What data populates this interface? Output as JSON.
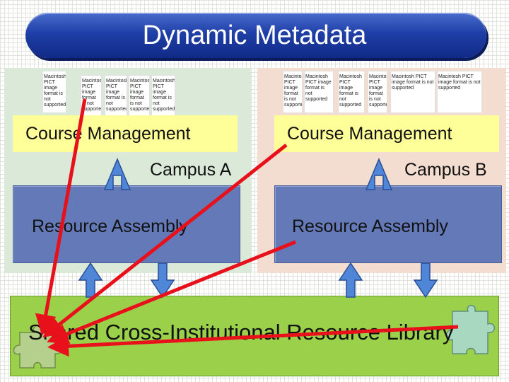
{
  "title": "Dynamic Metadata",
  "campus_a": {
    "course_management": "Course Management",
    "campus_name": "Campus A",
    "resource_assembly": "Resource Assembly",
    "thumbnails": [
      "Macintosh PICT image format is not supported",
      "Macintosh PICT image format is not supported",
      "Macintosh PICT image format is not supported",
      "Macintosh PICT image format is not supported",
      "Macintosh PICT image format is not supported"
    ]
  },
  "campus_b": {
    "course_management": "Course Management",
    "campus_name": "Campus B",
    "resource_assembly": "Resource Assembly",
    "thumbnails": [
      "Macintosh PICT image format is not supported",
      "Macintosh PICT image format is not supported",
      "Macintosh PICT image format is not supported",
      "Macintosh PICT image format is not supported",
      "Macintosh PICT image format is not supported",
      "Macintosh PICT image format is not supported"
    ]
  },
  "library": {
    "label": "Shared Cross-Institutional Resource Library"
  },
  "colors": {
    "title_bar": "#1f3fa8",
    "course_management_bg": "#ffff99",
    "resource_assembly_bg": "#6479b8",
    "library_bg": "#9ad04a",
    "campus_a_bg": "#dbe9d9",
    "campus_b_bg": "#f3ddd0",
    "arrow_blue": "#4f86d8",
    "annotation_red": "#e8101a",
    "puzzle_left": "#b4d08c",
    "puzzle_right": "#a8d8c0"
  },
  "icons": [
    "puzzle-piece-icon",
    "up-arrow-icon",
    "down-arrow-icon"
  ]
}
